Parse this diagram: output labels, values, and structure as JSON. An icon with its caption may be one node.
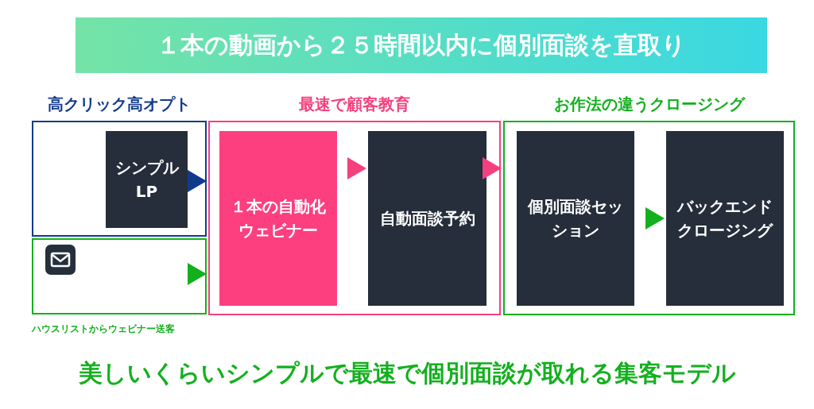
{
  "diagram": {
    "title": "１本の動画から２５時間以内に個別面談を直取り",
    "nodes": [
      {
        "text": [
          "高クリック高オプト"
        ]
      },
      {
        "text": [
          "シンプル LP"
        ],
        "in": 0
      },
      {
        "text": [],
        "shape": "box",
        "beside": [
          "ハウスリストからウェビナー送客"
        ]
      },
      {
        "text": [
          "最速で顧客教育"
        ]
      },
      {
        "text": [
          "１本の自動化ウェビナー"
        ],
        "in": 3
      },
      {
        "text": [
          "自動面談予約"
        ],
        "in": 3
      },
      {
        "text": [
          "お作法の違うクロージング"
        ]
      },
      {
        "text": [
          "個別面談セッション"
        ],
        "in": 6
      },
      {
        "text": [
          "バックエンドクロージング"
        ],
        "in": 6
      }
    ],
    "edges": [
      {
        "from": 1,
        "to": 3,
        "arrow": "to",
        "color": "#123a8c"
      },
      {
        "from": 2,
        "to": 3,
        "arrow": "to",
        "color": "#13b01e"
      },
      {
        "from": 4,
        "to": 5,
        "arrow": "to",
        "color": "#f5407e"
      },
      {
        "from": 3,
        "to": 6,
        "arrow": "to",
        "color": "#f5407e"
      },
      {
        "from": 7,
        "to": 8,
        "arrow": "to",
        "color": "#13b01e"
      }
    ],
    "labels": [
      "美しいくらいシンプルで最速で個別面談が取れる集客モデル"
    ]
  }
}
